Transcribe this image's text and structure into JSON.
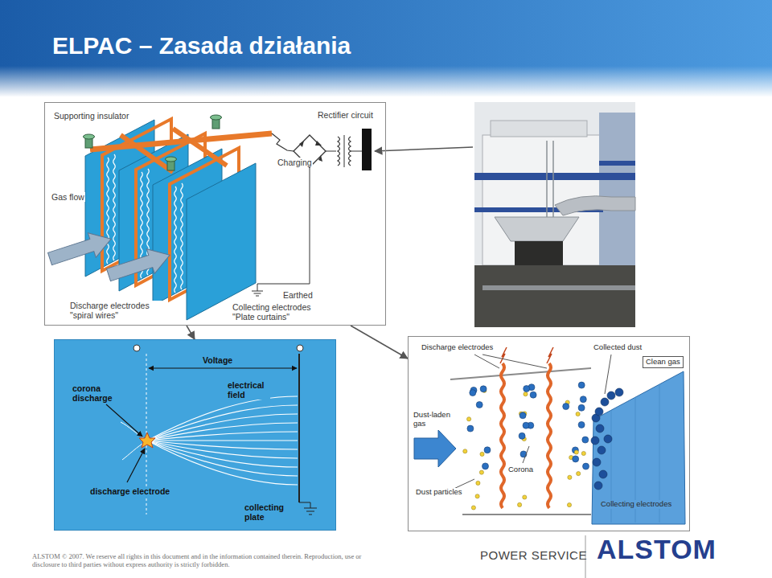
{
  "diagram": {
    "title": "ELPAC – Zasada działania",
    "nodes": [
      {
        "text": [
          "Supporting insulator",
          "Rectifier circuit",
          "Charging",
          "Gas flow",
          "Earthed",
          "Discharge electrodes \"spiral wires\"",
          "Collecting electrodes \"Plate curtains\""
        ]
      },
      {
        "text": [
          "Voltage",
          "corona discharge",
          "electrical field",
          "discharge electrode",
          "collecting plate"
        ]
      },
      {
        "text": [
          "Discharge electrodes",
          "Collected dust",
          "Clean gas",
          "Dust-laden gas",
          "Corona",
          "Dust particles",
          "Collecting electrodes"
        ]
      }
    ],
    "edges": [
      {
        "from": 0,
        "to": 1,
        "arrow": "to"
      },
      {
        "from": 0,
        "to": 2,
        "arrow": "to"
      }
    ],
    "labels": [
      "ALSTOM © 2007. We reserve all rights in this document and in the information contained therein. Reproduction, use or disclosure to third parties without express authority is strictly forbidden.",
      "POWER SERVICE",
      "ALSTOM"
    ]
  }
}
